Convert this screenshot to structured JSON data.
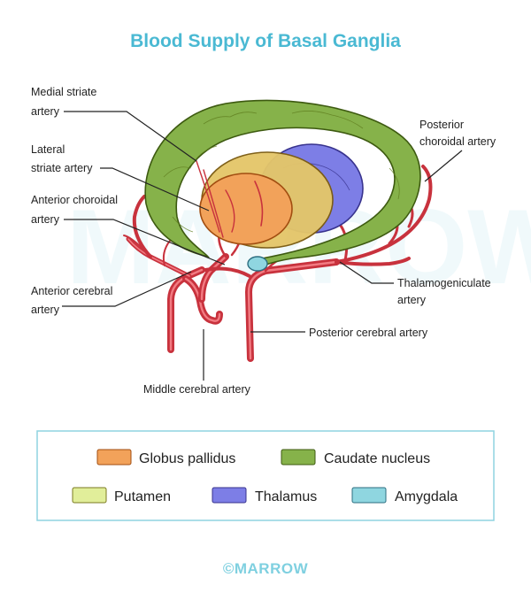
{
  "title": "Blood Supply of Basal Ganglia",
  "labels": {
    "medial_striate_line1": "Medial striate",
    "medial_striate_line2": "artery",
    "lateral_striate_line1": "Lateral",
    "lateral_striate_line2": "striate artery",
    "anterior_choroidal_line1": "Anterior choroidal",
    "anterior_choroidal_line2": "artery",
    "anterior_cerebral_line1": "Anterior cerebral",
    "anterior_cerebral_line2": "artery",
    "middle_cerebral": "Middle cerebral artery",
    "posterior_choroidal_line1": "Posterior",
    "posterior_choroidal_line2": "choroidal artery",
    "thalamogeniculate_line1": "Thalamogeniculate",
    "thalamogeniculate_line2": "artery",
    "posterior_cerebral": "Posterior cerebral artery"
  },
  "legend": [
    {
      "label": "Globus pallidus",
      "color": "#f2a25a"
    },
    {
      "label": "Caudate nucleus",
      "color": "#86b24a"
    },
    {
      "label": "Putamen",
      "color": "#e1ee9a"
    },
    {
      "label": "Thalamus",
      "color": "#7d7ee6"
    },
    {
      "label": "Amygdala",
      "color": "#8fd6e0"
    }
  ],
  "colors": {
    "title": "#4ab9d3",
    "legend_border": "#8fd3e0",
    "artery": "#c8323d",
    "caudate": "#86b24a",
    "thalamus": "#7d7ee6",
    "putamen": "#e4c66a",
    "globus_pallidus": "#f2a25a",
    "amygdala": "#8fd6e0"
  },
  "brand": "©MARROW"
}
